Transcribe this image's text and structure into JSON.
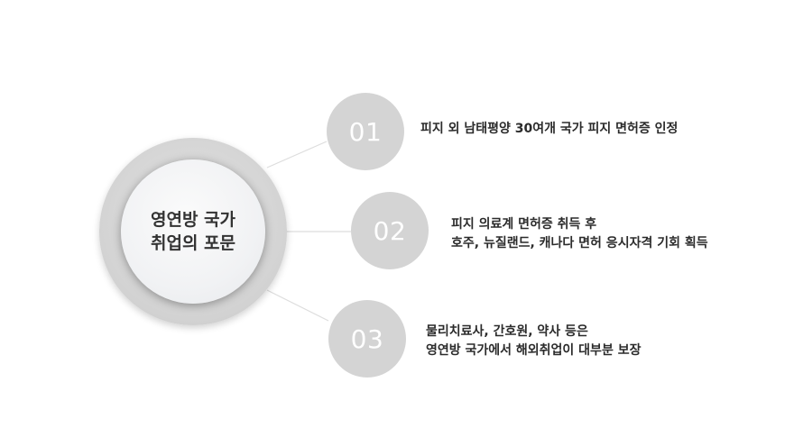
{
  "hub": {
    "line1": "영연방 국가",
    "line2": "취업의 포문"
  },
  "items": [
    {
      "number": "01",
      "lines": [
        "피지 외 남태평양 30여개 국가 피지 면허증 인정"
      ]
    },
    {
      "number": "02",
      "lines": [
        "피지 의료계 면허증 취득 후",
        "호주, 뉴질랜드, 캐나다 면허 응시자격 기회 획득"
      ]
    },
    {
      "number": "03",
      "lines": [
        "물리치료사, 간호원, 약사 등은",
        "영연방 국가에서 해외취업이 대부분 보장"
      ]
    }
  ],
  "colors": {
    "node_fill": "#d4d4d4",
    "connector": "#dddddd",
    "text": "#2b2b2b"
  }
}
